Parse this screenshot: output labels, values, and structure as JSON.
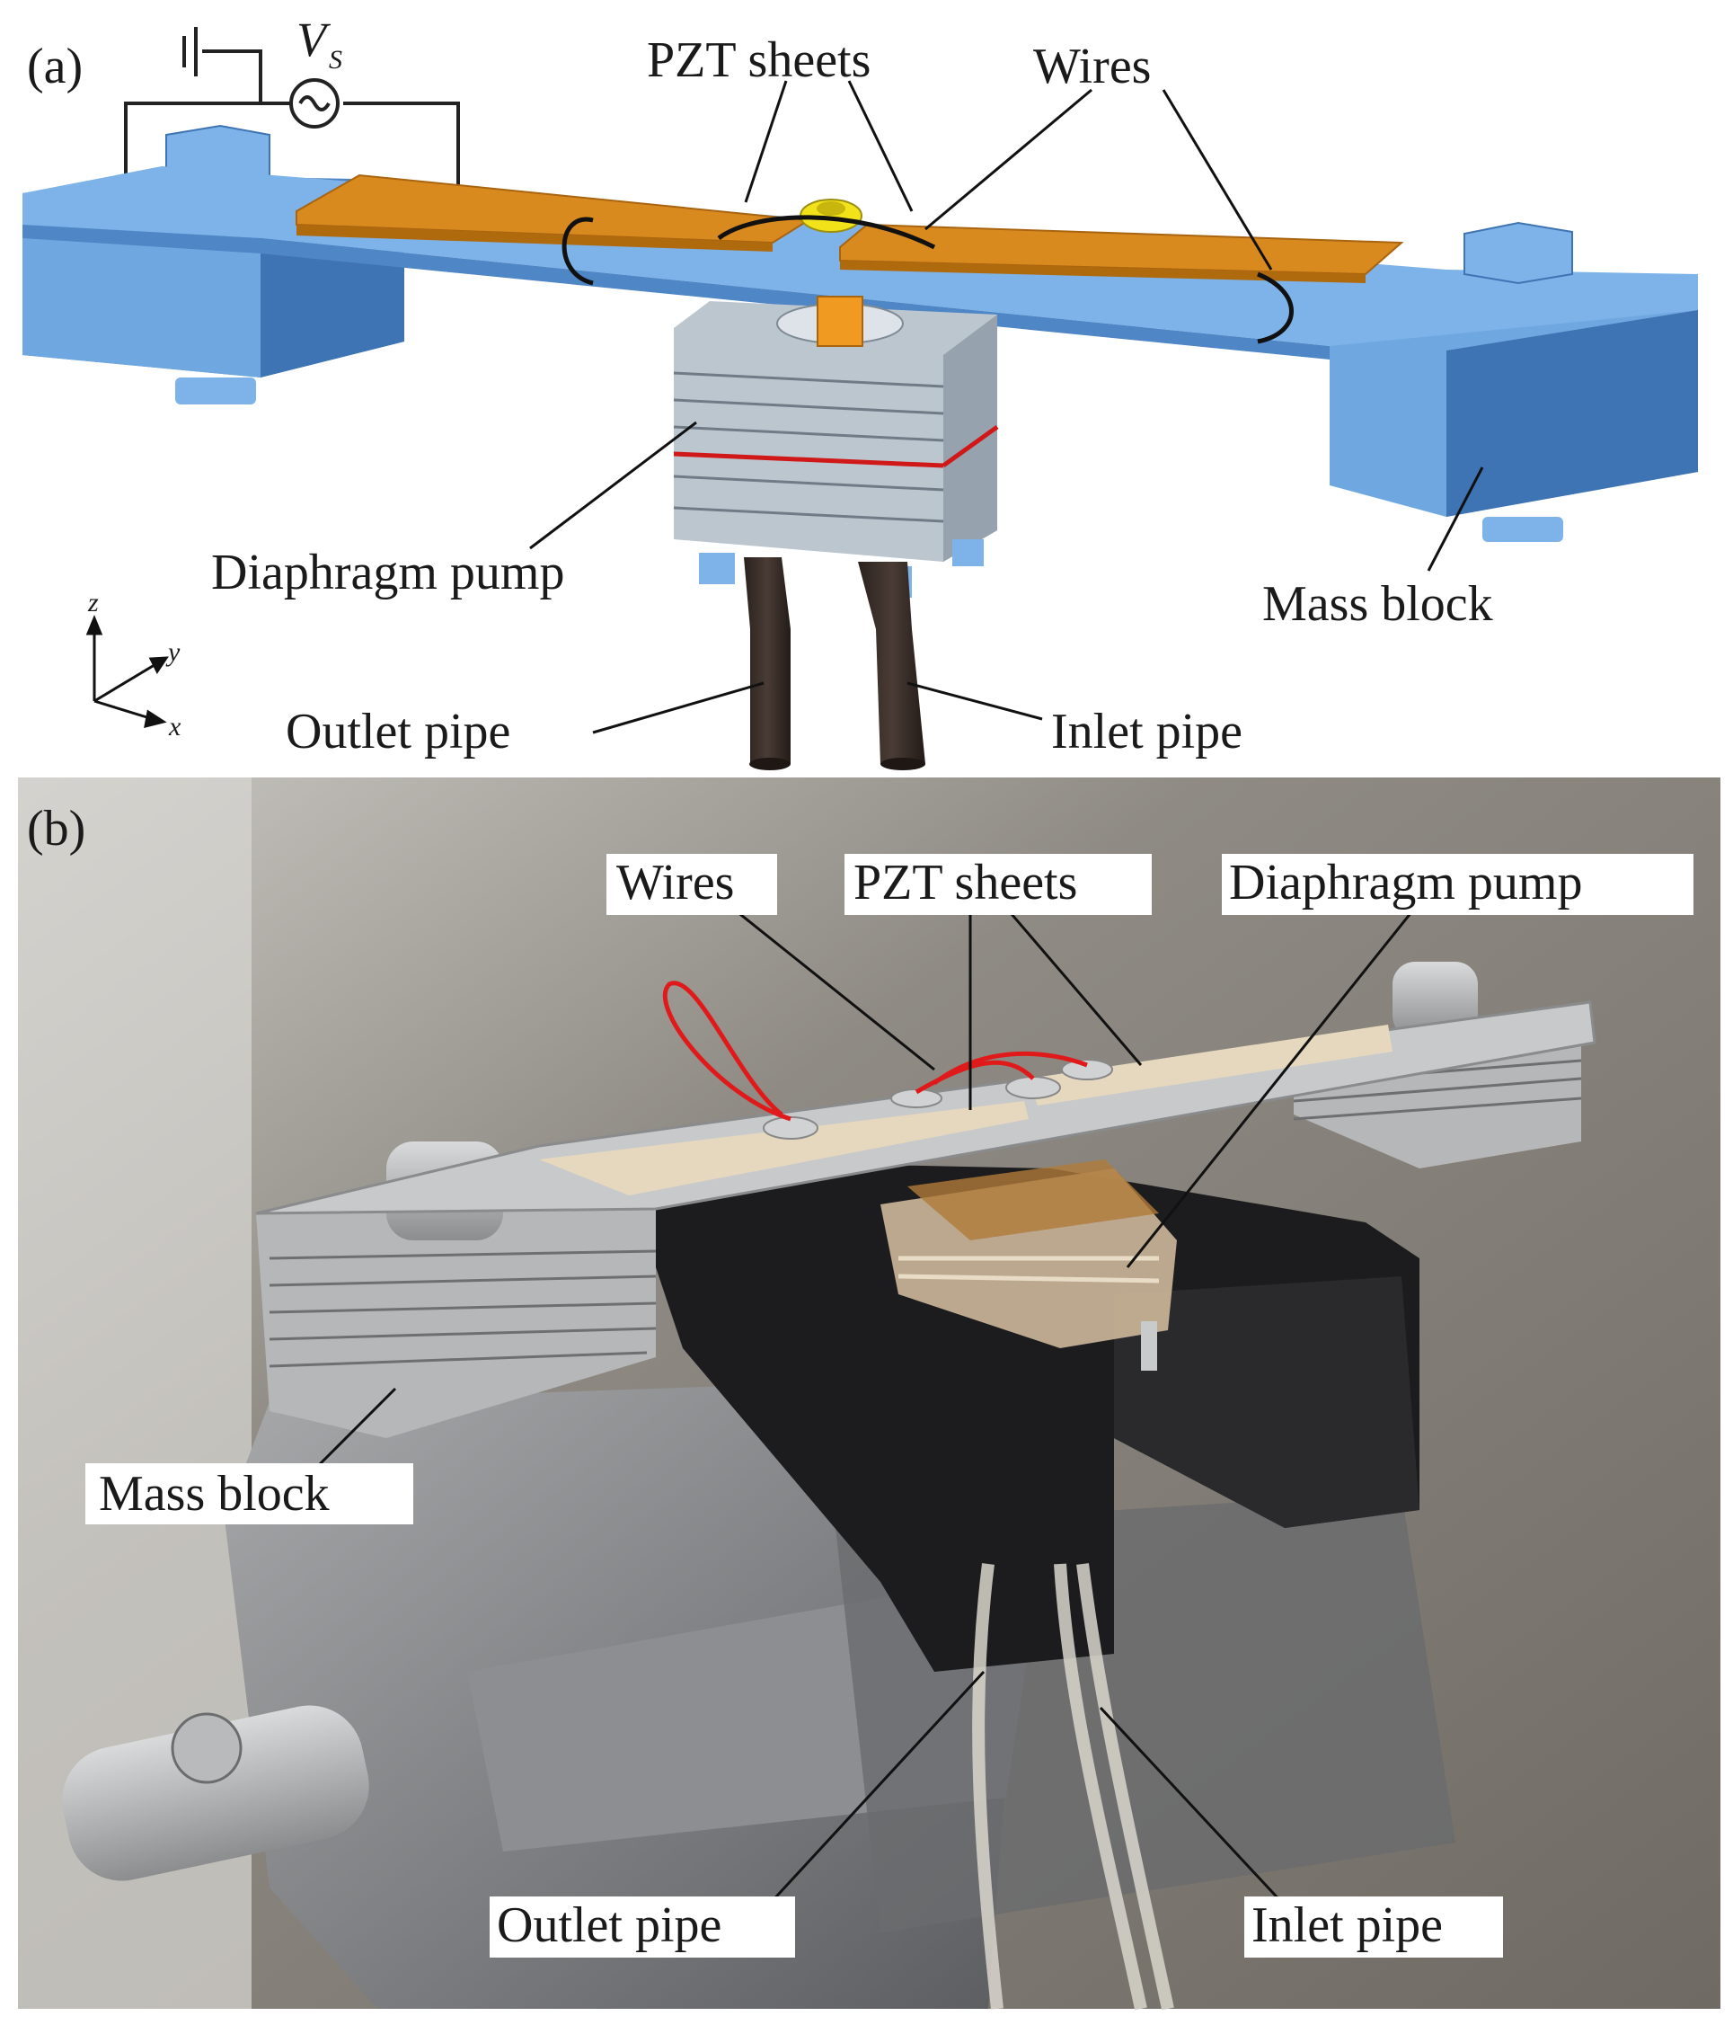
{
  "panel_a": {
    "tag": "(a)",
    "source_label_v": "V",
    "source_label_sub": "S",
    "labels": {
      "pzt": "PZT sheets",
      "wires": "Wires",
      "pump": "Diaphragm pump",
      "mass": "Mass block",
      "outlet": "Outlet pipe",
      "inlet": "Inlet pipe"
    },
    "axes": {
      "z": "z",
      "y": "y",
      "x": "x"
    }
  },
  "panel_b": {
    "tag": "(b)",
    "labels": {
      "wires": "Wires",
      "pzt": "PZT sheets",
      "pump": "Diaphragm pump",
      "mass": "Mass block",
      "outlet": "Outlet pipe",
      "inlet": "Inlet pipe"
    }
  },
  "colors": {
    "beam": "#6fa8e0",
    "beam_side": "#4f86c6",
    "pzt": "#d98a1e",
    "pump_body": "#bcc6cf",
    "wire": "#e01a1a",
    "pipe": "#3b2f2a"
  }
}
